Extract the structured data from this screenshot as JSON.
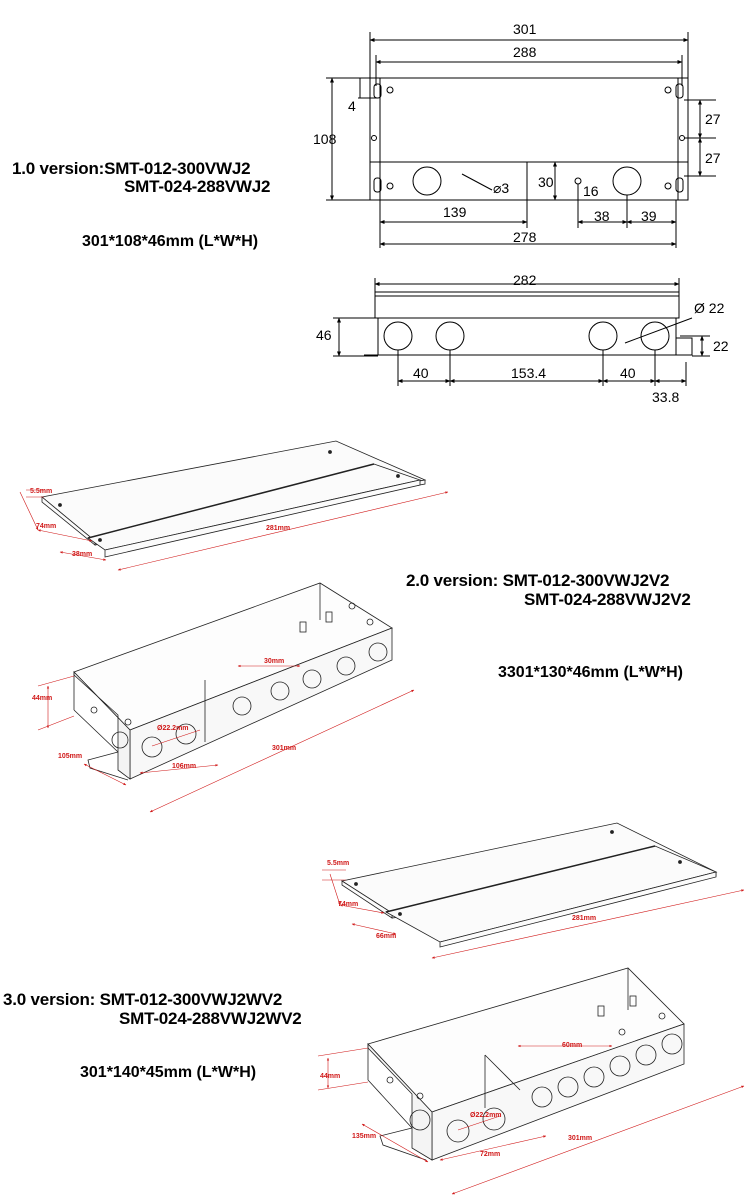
{
  "versions": [
    {
      "title": "1.0 version:",
      "model1": "SMT-012-300VWJ2",
      "model2": "SMT-024-288VWJ2",
      "size": "301*108*46mm (L*W*H)"
    },
    {
      "title": "2.0 version:",
      "model1": "SMT-012-300VWJ2V2",
      "model2": "SMT-024-288VWJ2V2",
      "size": "3301*130*46mm (L*W*H)"
    },
    {
      "title": "3.0 version:",
      "model1": "SMT-012-300VWJ2WV2",
      "model2": "SMT-024-288VWJ2WV2",
      "size": "301*140*45mm (L*W*H)"
    }
  ],
  "top_view_dims": [
    "301",
    "288",
    "4",
    "108",
    "27",
    "27",
    "30",
    "⌀3",
    "16",
    "139",
    "38",
    "39",
    "278"
  ],
  "front_view_dims": [
    "282",
    "Ø 22",
    "46",
    "22",
    "40",
    "153.4",
    "40",
    "33.8"
  ],
  "v2_cover_dims": [
    "5.5mm",
    "74mm",
    "38mm",
    "281mm"
  ],
  "v2_box_dims": [
    "44mm",
    "30mm",
    "Ø22.2mm",
    "105mm",
    "106mm",
    "301mm"
  ],
  "v3_cover_dims": [
    "5.5mm",
    "74mm",
    "66mm",
    "281mm"
  ],
  "v3_box_dims": [
    "44mm",
    "60mm",
    "Ø22.2mm",
    "135mm",
    "72mm",
    "301mm"
  ]
}
